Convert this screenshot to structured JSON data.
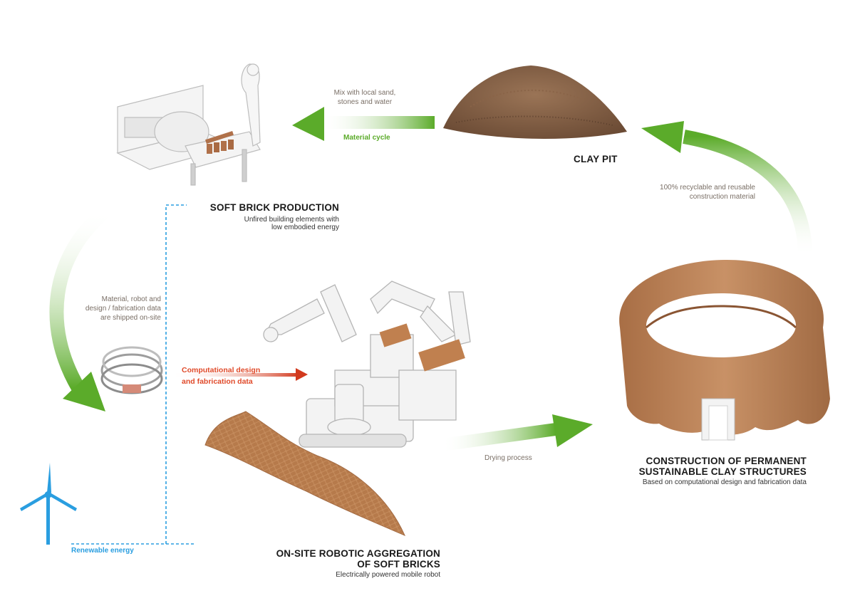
{
  "stages": {
    "clay_pit": {
      "title": "CLAY PIT"
    },
    "production": {
      "title": "SOFT BRICK PRODUCTION",
      "sub1": "Unfired building elements with",
      "sub2": "low embodied energy"
    },
    "aggregation": {
      "title1": "ON-SITE ROBOTIC AGGREGATION",
      "title2": "OF SOFT BRICKS",
      "sub": "Electrically powered mobile robot"
    },
    "construction": {
      "title1": "CONSTRUCTION OF PERMANENT",
      "title2": "SUSTAINABLE CLAY STRUCTURES",
      "sub": "Based on computational design and fabrication data"
    }
  },
  "flows": {
    "mix": {
      "line1": "Mix with local sand,",
      "line2": "stones and water"
    },
    "material_cycle": "Material cycle",
    "recyclable": {
      "line1": "100% recyclable and reusable",
      "line2": "construction material"
    },
    "shipped": {
      "line1": "Material, robot and",
      "line2": "design / fabrication data",
      "line3": "are shipped on-site"
    },
    "computational": {
      "line1": "Computational design",
      "line2": "and fabrication data"
    },
    "drying": "Drying process",
    "renewable": "Renewable energy"
  },
  "colors": {
    "green": "#5bab2a",
    "red": "#d23a1e",
    "blue": "#2a9ee0",
    "clay": "#b9835a"
  }
}
